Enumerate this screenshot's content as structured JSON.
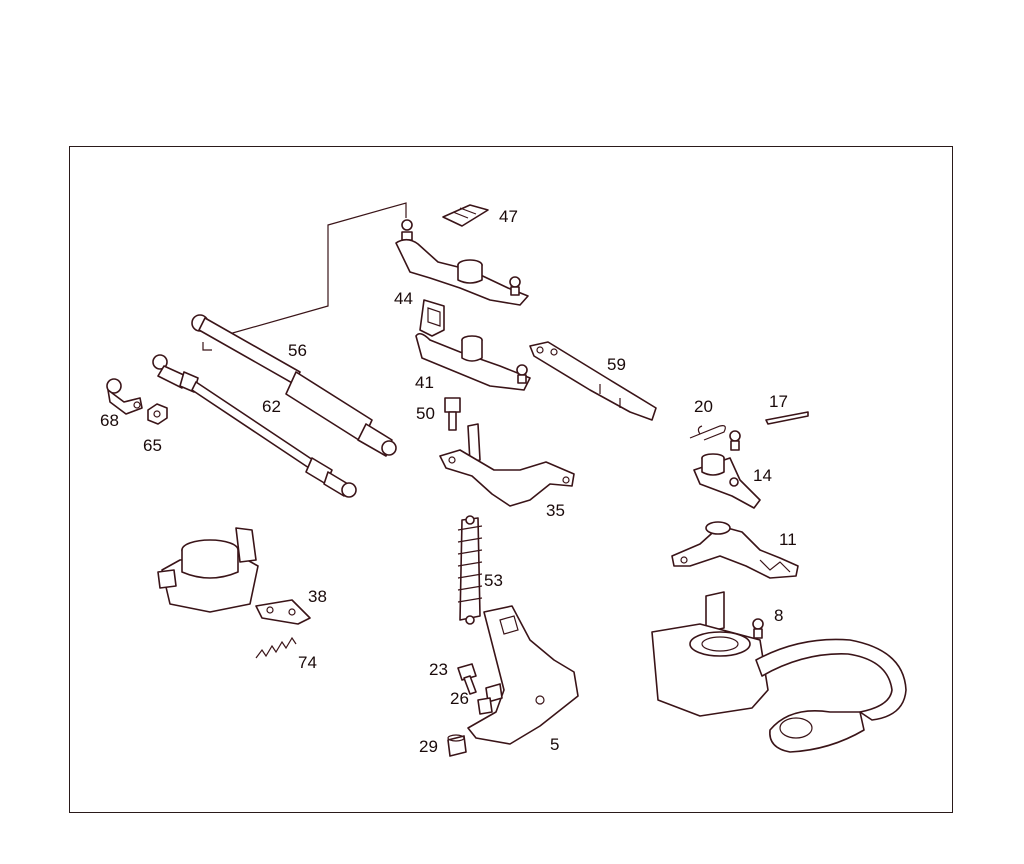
{
  "diagram": {
    "line_color": "#3a1418",
    "callouts": {
      "c47": "47",
      "c44": "44",
      "c41": "41",
      "c56": "56",
      "c59": "59",
      "c62": "62",
      "c68": "68",
      "c65": "65",
      "c50": "50",
      "c20": "20",
      "c17": "17",
      "c14": "14",
      "c35": "35",
      "c11": "11",
      "c38": "38",
      "c53": "53",
      "c74": "74",
      "c8": "8",
      "c23": "23",
      "c26": "26",
      "c29": "29",
      "c5": "5"
    }
  }
}
